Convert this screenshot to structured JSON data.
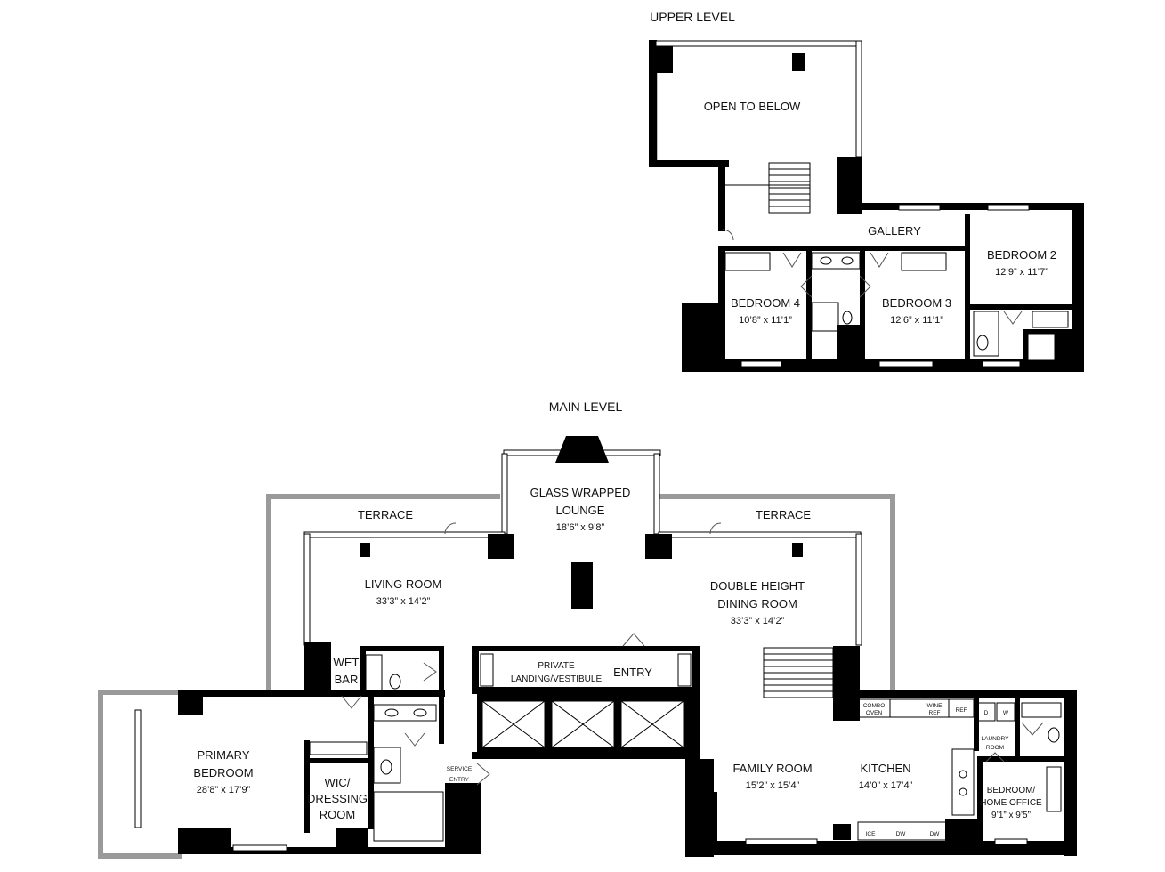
{
  "levels": {
    "upper": "UPPER LEVEL",
    "main": "MAIN LEVEL"
  },
  "upper_rooms": {
    "open_to_below": "OPEN TO BELOW",
    "gallery": "GALLERY",
    "bedroom2": {
      "name": "BEDROOM 2",
      "dims": "12’9” x 11’7”"
    },
    "bedroom4": {
      "name": "BEDROOM 4",
      "dims": "10’8” x 11’1”"
    },
    "bedroom3": {
      "name": "BEDROOM 3",
      "dims": "12’6” x 11’1”"
    }
  },
  "main_rooms": {
    "terrace_left": "TERRACE",
    "terrace_right": "TERRACE",
    "lounge": {
      "line1": "GLASS WRAPPED",
      "line2": "LOUNGE",
      "dims": "18’6” x 9’8”"
    },
    "living": {
      "name": "LIVING ROOM",
      "dims": "33’3” x 14’2”"
    },
    "dining": {
      "line1": "DOUBLE HEIGHT",
      "line2": "DINING ROOM",
      "dims": "33’3” x 14’2”"
    },
    "wet_bar": {
      "line1": "WET",
      "line2": "BAR"
    },
    "landing": {
      "line1": "PRIVATE",
      "line2": "LANDING/VESTIBULE"
    },
    "entry": "ENTRY",
    "primary": {
      "line1": "PRIMARY",
      "line2": "BEDROOM",
      "dims": "28’8” x 17’9”"
    },
    "wic": {
      "line1": "WIC/",
      "line2": "DRESSING",
      "line3": "ROOM"
    },
    "service": {
      "line1": "SERVICE",
      "line2": "ENTRY"
    },
    "family": {
      "name": "FAMILY ROOM",
      "dims": "15’2” x 15’4”"
    },
    "kitchen": {
      "name": "KITCHEN",
      "dims": "14’0” x 17’4”"
    },
    "office": {
      "line1": "BEDROOM/",
      "line2": "HOME OFFICE",
      "dims": "9’1” x 9’5”"
    },
    "laundry": {
      "line1": "LAUNDRY",
      "line2": "ROOM"
    }
  },
  "appliances": {
    "combo_oven": {
      "line1": "COMBO",
      "line2": "OVEN"
    },
    "wine_ref": {
      "line1": "WINE",
      "line2": "REF"
    },
    "ref": "REF",
    "dryer": "D",
    "washer": "W",
    "ice": "ICE",
    "dw1": "DW",
    "dw2": "DW"
  }
}
